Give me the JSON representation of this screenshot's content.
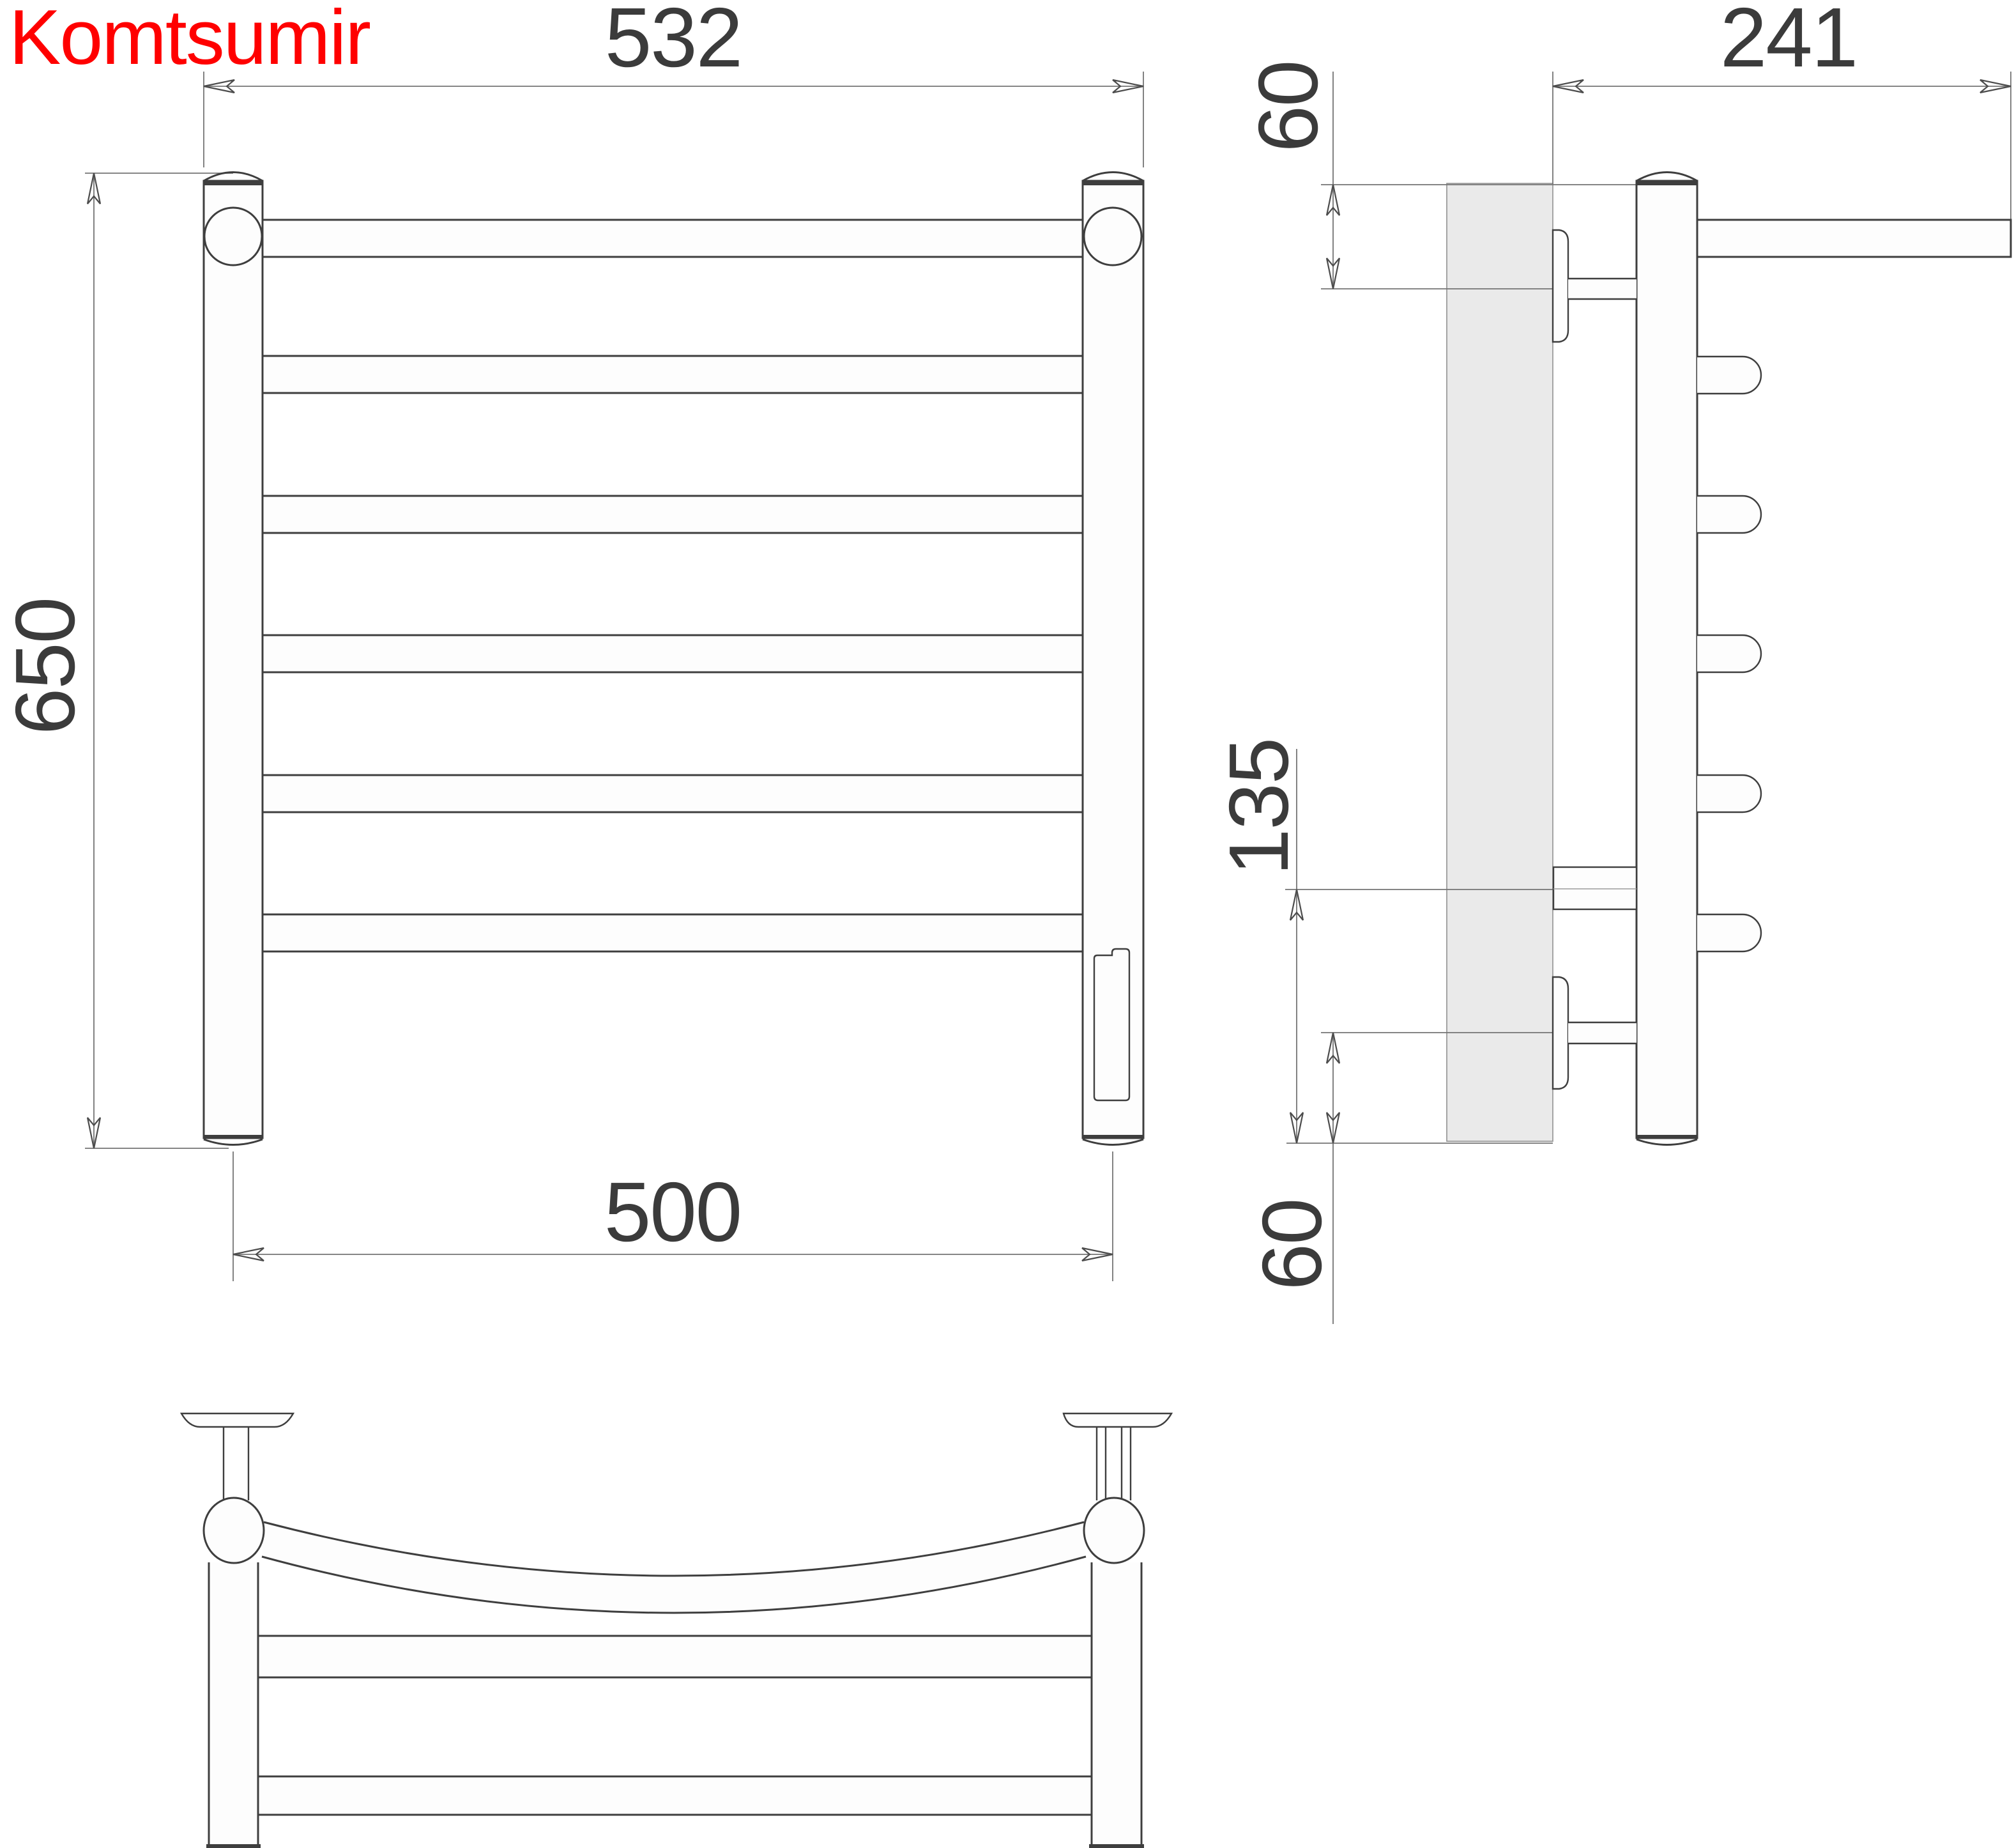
{
  "brand": {
    "name": "Komtsumir",
    "color": "#ff0000"
  },
  "dimensions": {
    "outer_width": "532",
    "height": "650",
    "rail_center_width": "500",
    "depth_from_wall": "241",
    "top_bracket_offset": "60",
    "lower_bracket_span": "135",
    "bottom_bracket_offset": "60"
  },
  "colors": {
    "line": "#3e3e3e",
    "dimension_line": "#747474",
    "dimension_text": "#3b3b3b",
    "wall_fill": "#eaeaea",
    "background": "#ffffff"
  }
}
